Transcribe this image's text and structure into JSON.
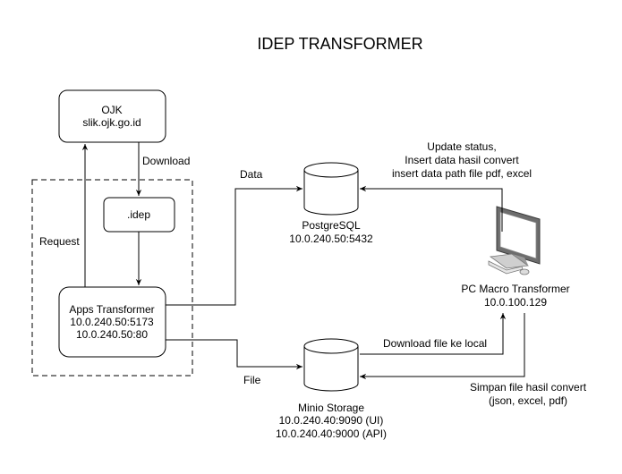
{
  "title": "IDEP TRANSFORMER",
  "nodes": {
    "ojk": {
      "name": "OJK",
      "host": "slik.ojk.go.id"
    },
    "idep": {
      "name": ".idep"
    },
    "apps": {
      "name": "Apps Transformer",
      "addr1": "10.0.240.50:5173",
      "addr2": "10.0.240.50:80"
    },
    "postgres": {
      "name": "PostgreSQL",
      "addr": "10.0.240.50:5432"
    },
    "minio": {
      "name": "Minio Storage",
      "addr1": "10.0.240.40:9090 (UI)",
      "addr2": "10.0.240.40:9000 (API)"
    },
    "pc": {
      "name": "PC Macro Transformer",
      "addr": "10.0.100.129",
      "icon": "desktop-computer-icon"
    }
  },
  "edges": {
    "download": "Download",
    "request": "Request",
    "data": "Data",
    "file": "File",
    "update_line1": "Update status,",
    "update_line2": "Insert data hasil convert",
    "update_line3": "insert data path file pdf, excel",
    "download_local": "Download file ke local",
    "simpan_line1": "Simpan file hasil convert",
    "simpan_line2": "(json, excel, pdf)"
  }
}
